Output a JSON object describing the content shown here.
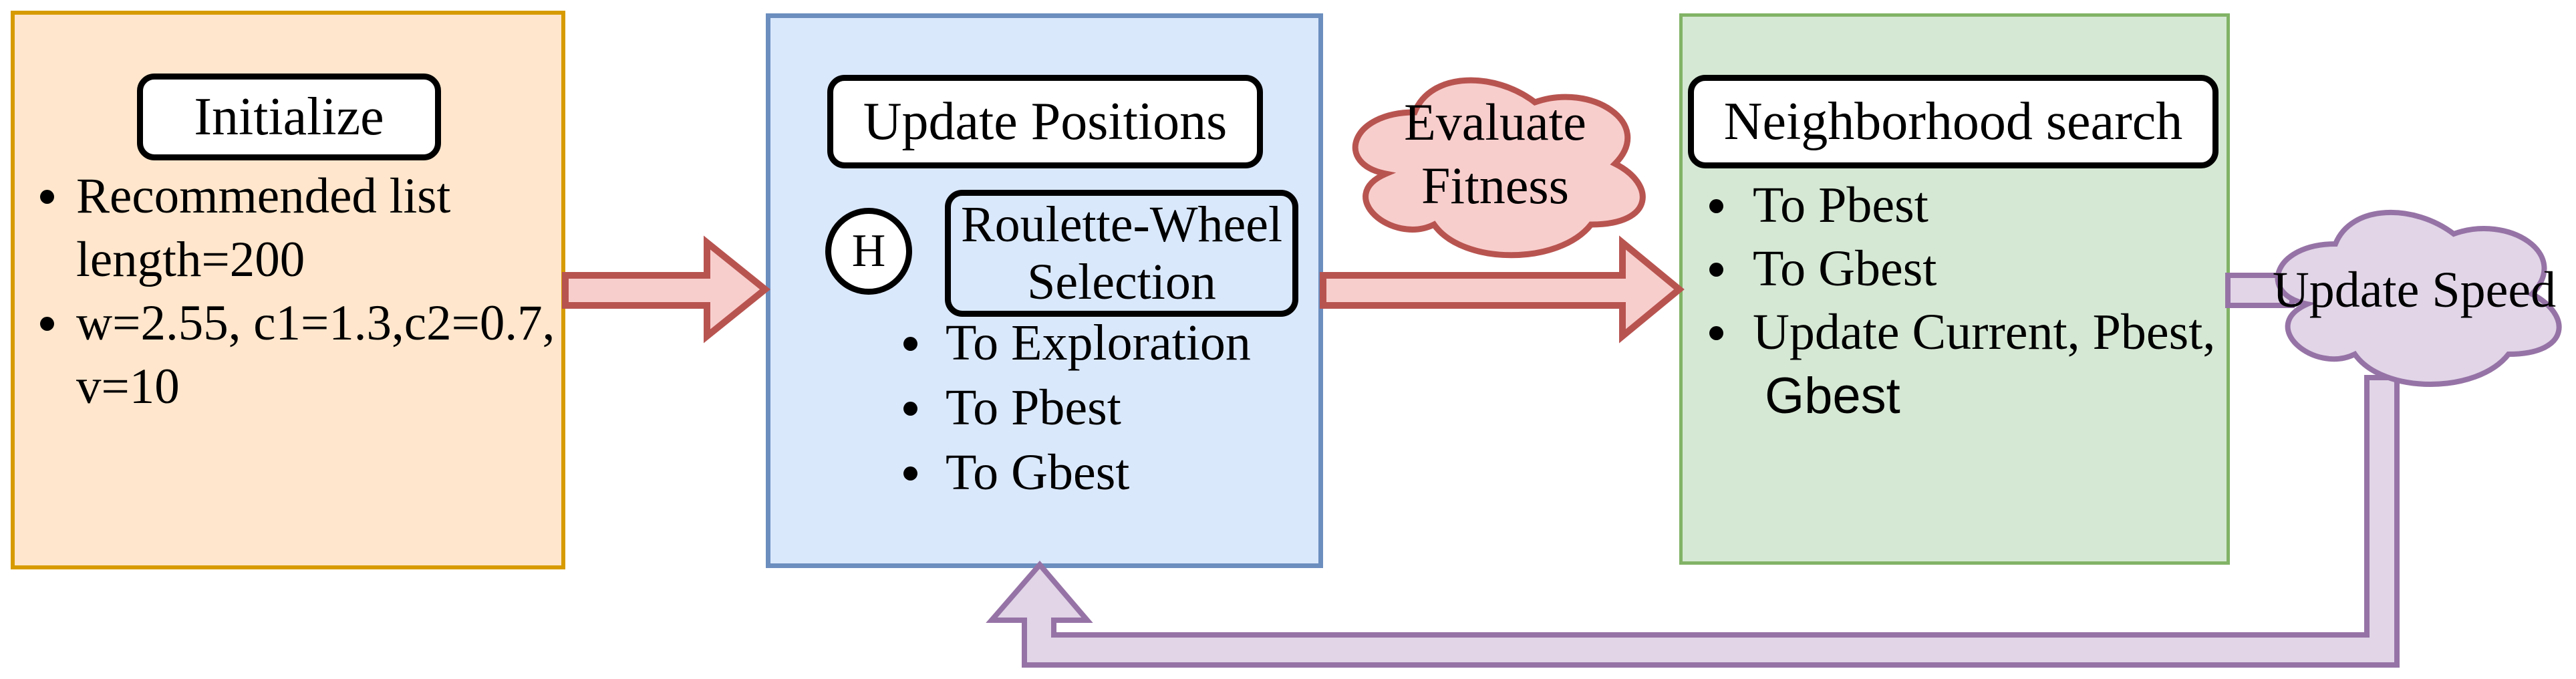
{
  "colors": {
    "page-bg": "#ffffff",
    "text": "#000000",
    "node-title-bg": "#ffffff",
    "orange-fill": "#FFE6CC",
    "orange-border": "#D79B00",
    "blue-fill": "#DAE8FC",
    "blue-border": "#6C8EBF",
    "green-fill": "#D5E8D4",
    "green-border": "#82B366",
    "pink-fill": "#F8CECC",
    "pink-border": "#B85450",
    "purple-fill": "#E1D5E7",
    "purple-border": "#9673A6"
  },
  "flowchart": {
    "initialize": {
      "title": "Initialize",
      "bullets": [
        "Recommended list length=200",
        "w=2.55, c1=1.3,c2=0.7, v=10"
      ]
    },
    "update_positions": {
      "title": "Update Positions",
      "h_badge": "H",
      "roulette_label": "Roulette-Wheel Selection",
      "bullets": [
        "To Exploration",
        "To Pbest",
        "To Gbest"
      ]
    },
    "evaluate_fitness_cloud": {
      "label": "Evaluate Fitness"
    },
    "neighborhood_search": {
      "title": "Neighborhood search",
      "bullets": [
        "To Pbest",
        "To Gbest",
        "Update Current, Pbest,"
      ],
      "bullet3_continuation": "Gbest"
    },
    "update_speed_cloud": {
      "label": "Update Speed"
    }
  }
}
